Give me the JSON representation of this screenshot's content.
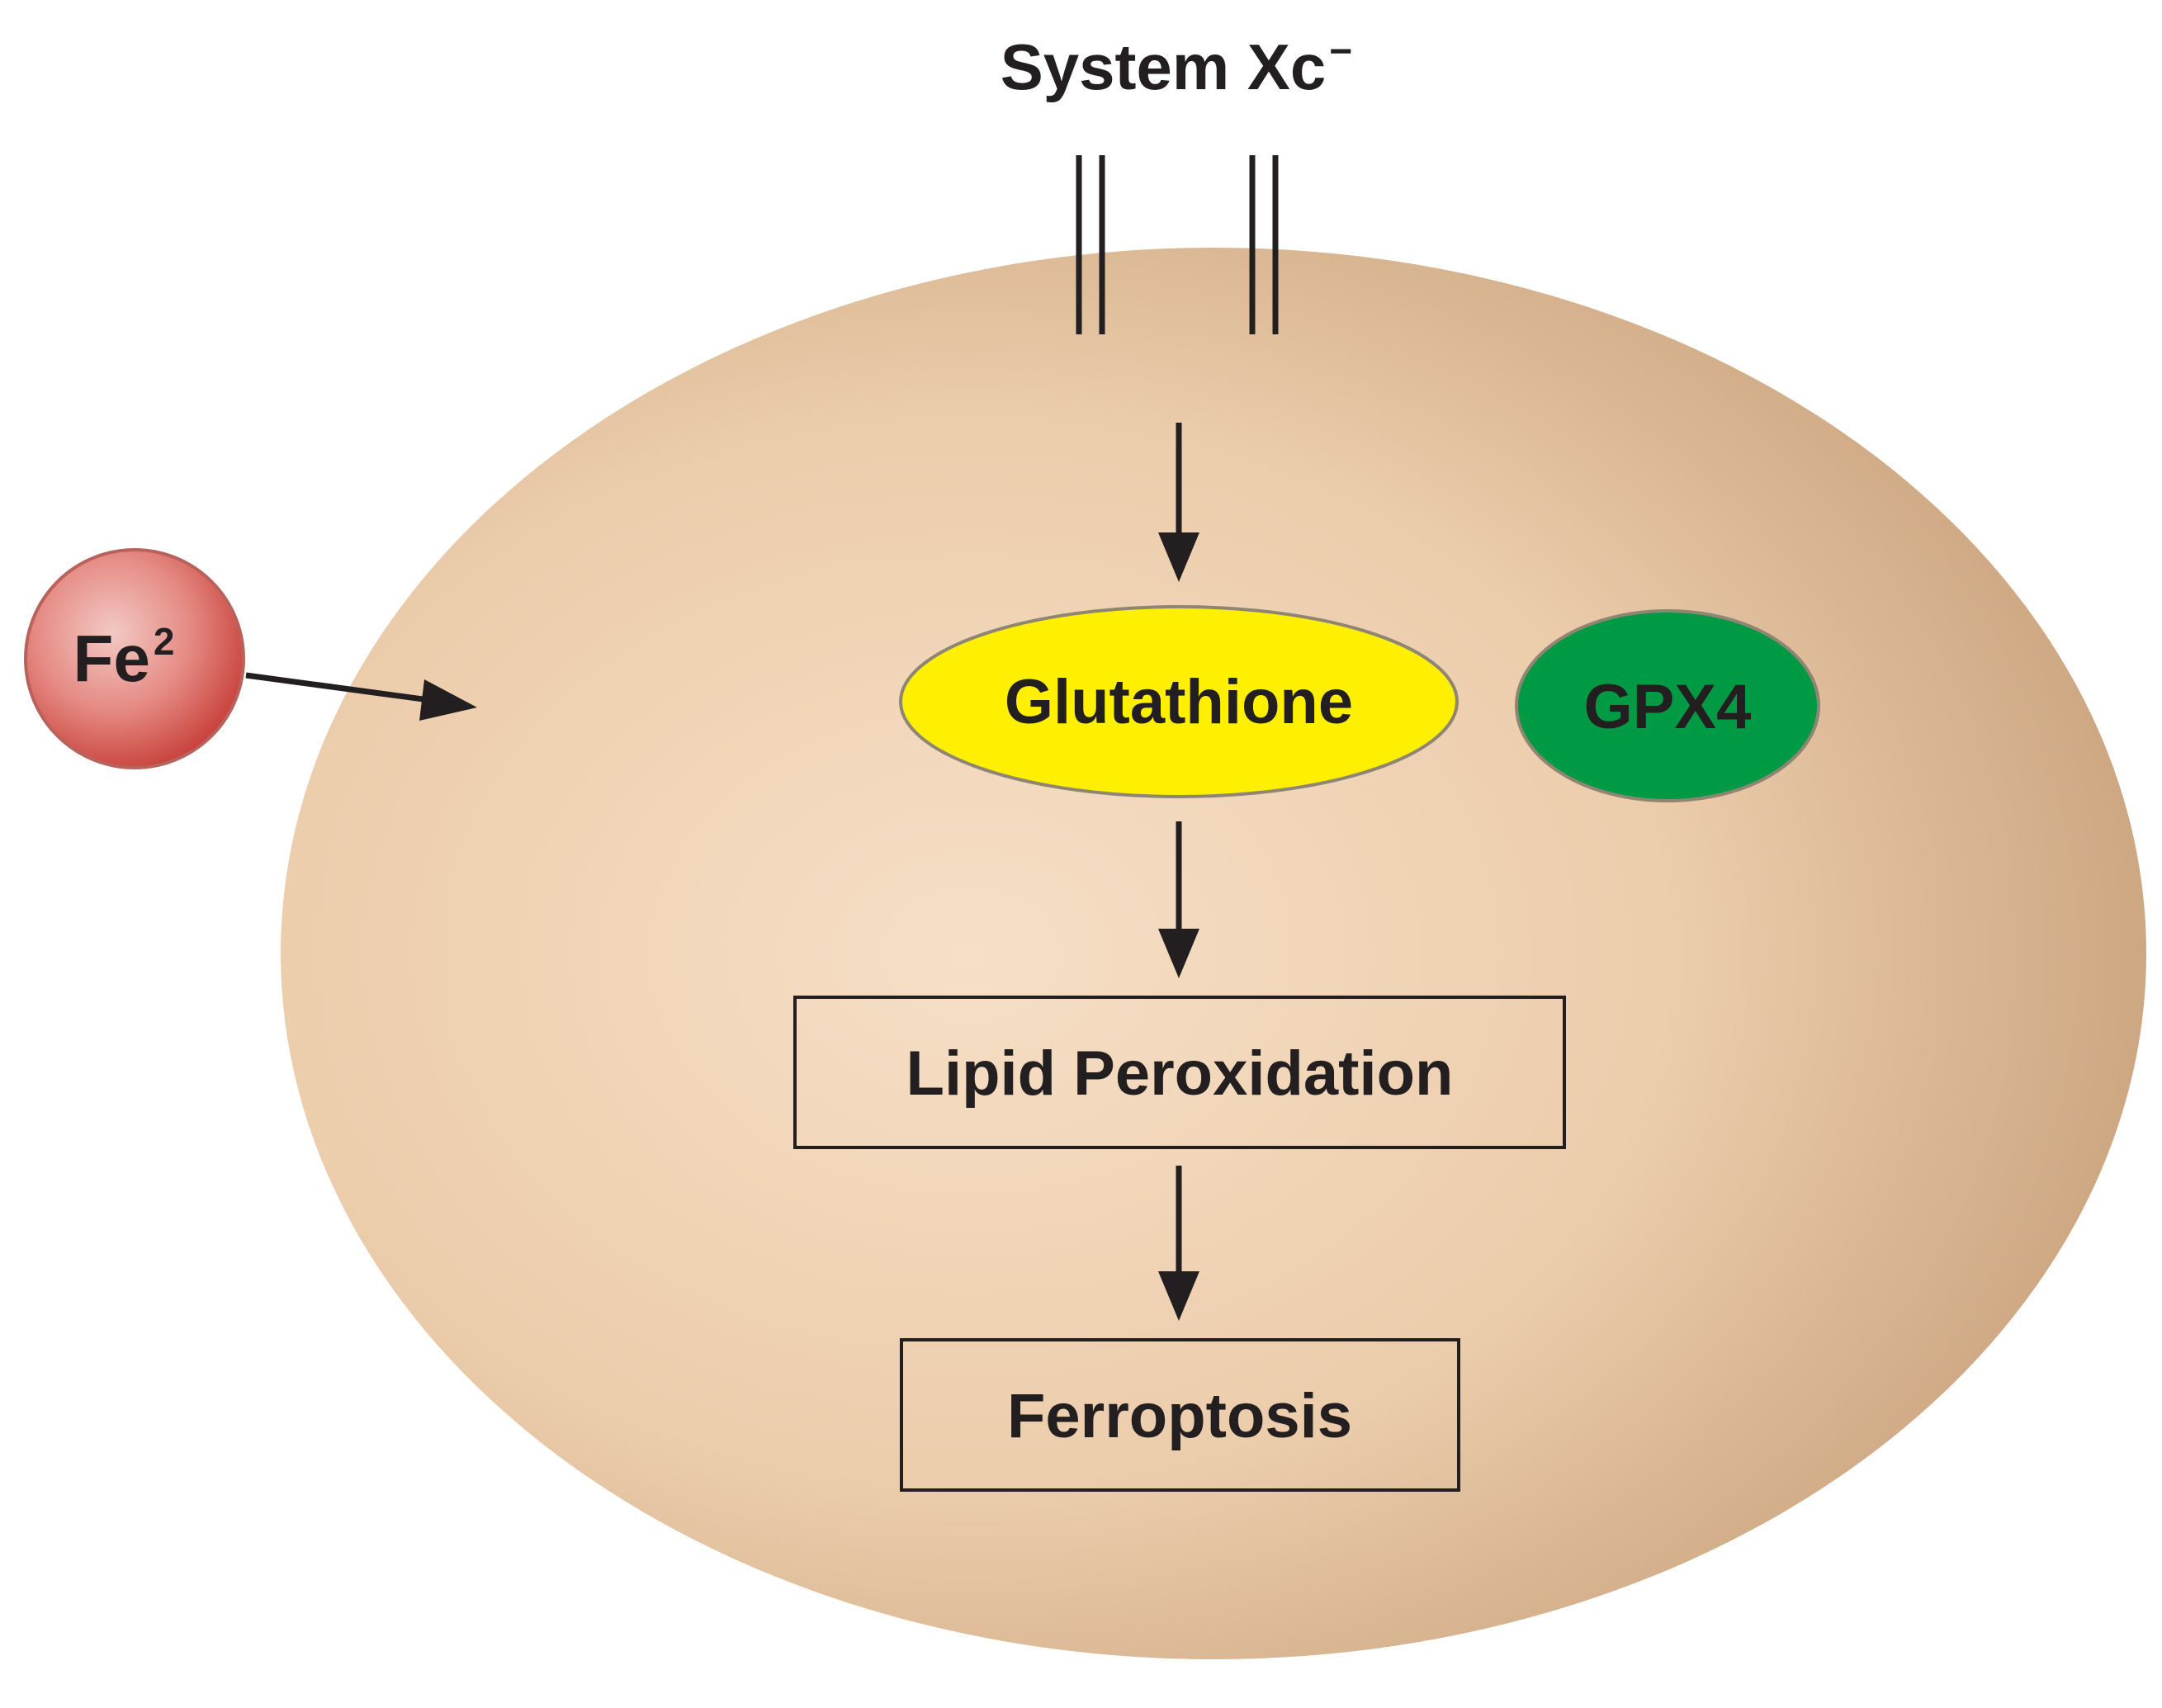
{
  "diagram": {
    "transporter": {
      "label": "System Xc",
      "superscript": "−"
    },
    "iron": {
      "label": "Fe",
      "superscript": "2"
    },
    "nodes": {
      "glutathione": "Glutathione",
      "gpx4": "GPX4",
      "lipid_peroxidation": "Lipid Peroxidation",
      "ferroptosis": "Ferroptosis"
    },
    "colors": {
      "cell_center": "#f6dfc6",
      "cell_edge": "#c9a27c",
      "glutathione_fill": "#ffef00",
      "gpx4_fill": "#009a44",
      "iron_fill": "#d9554f",
      "arrow": "#231f20"
    }
  }
}
